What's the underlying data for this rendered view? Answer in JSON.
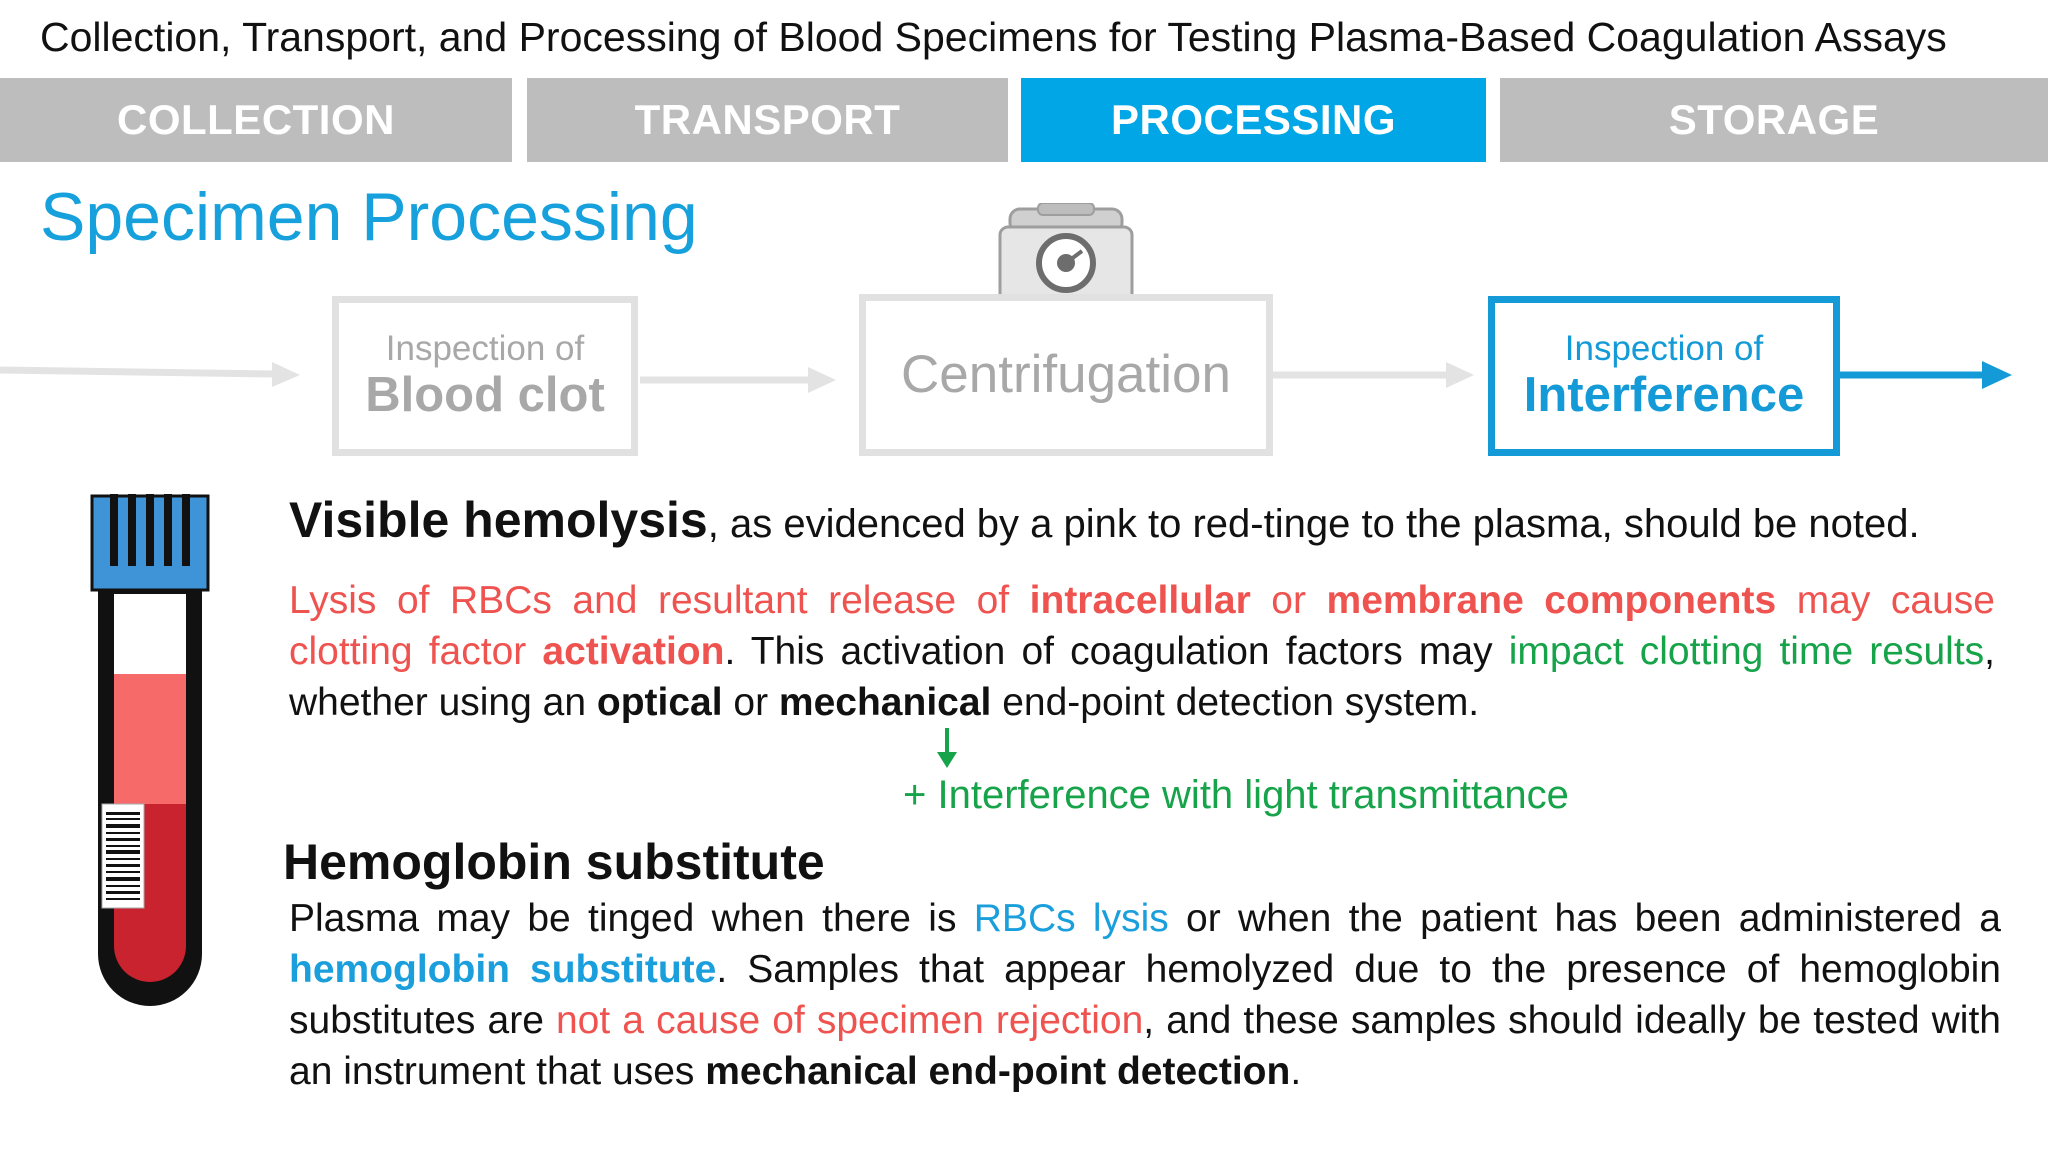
{
  "header": {
    "title": "Collection, Transport, and Processing of Blood Specimens for Testing Plasma-Based Coagulation Assays"
  },
  "tabs": [
    {
      "label": "COLLECTION",
      "active": false
    },
    {
      "label": "TRANSPORT",
      "active": false
    },
    {
      "label": "PROCESSING",
      "active": true
    },
    {
      "label": "STORAGE",
      "active": false
    }
  ],
  "section_title": "Specimen Processing",
  "flow": {
    "step1": {
      "small": "Inspection of",
      "big": "Blood clot"
    },
    "step2": {
      "label": "Centrifugation"
    },
    "step3": {
      "small": "Inspection of",
      "big": "Interference"
    }
  },
  "hemolysis": {
    "heading": "Visible hemolysis",
    "heading_rest": ", as evidenced by a pink to red-tinge to the plasma, should be noted.",
    "p1_a": "Lysis of RBCs and resultant release of ",
    "p1_b": "intracellular",
    "p1_c": " or ",
    "p1_d": "membrane components",
    "p1_e": " may cause clotting factor ",
    "p1_f": "activation",
    "p1_g": ". This activation of coagulation factors may ",
    "p1_h": "impact clotting time results",
    "p1_i": ", whether using an ",
    "p1_j": "optical",
    "p1_k": " or ",
    "p1_l": "mechanical",
    "p1_m": " end-point detection system.",
    "note": "+ Interference with light transmittance"
  },
  "substitute": {
    "heading": "Hemoglobin substitute",
    "p_a": "Plasma may be tinged when there is ",
    "p_b": "RBCs lysis",
    "p_c": " or when the patient has been administered a ",
    "p_d": "hemoglobin substitute",
    "p_e": ". Samples that appear hemolyzed due to the presence of hemoglobin substitutes are ",
    "p_f": "not a cause of specimen rejection",
    "p_g": ", and these samples should ideally be tested with an instrument that uses ",
    "p_h": "mechanical end-point detection",
    "p_i": "."
  },
  "colors": {
    "accent": "#00a6e6",
    "tab_inactive": "#bdbdbd",
    "red_text": "#ef5350",
    "green_text": "#16a34a",
    "blue_text": "#1a9fdc"
  },
  "icons": {
    "tube": "blood-tube-icon",
    "centrifuge": "centrifuge-icon"
  }
}
